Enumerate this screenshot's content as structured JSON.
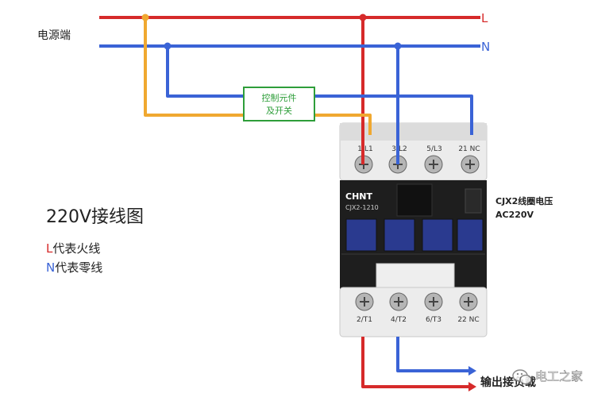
{
  "source_label": "电源端",
  "line_l": "L",
  "line_n": "N",
  "control_box": {
    "line1": "控制元件",
    "line2": "及开关"
  },
  "top_terminals": [
    "1/L1",
    "3/L2",
    "5/L3",
    "21 NC"
  ],
  "bottom_terminals": [
    "2/T1",
    "4/T2",
    "6/T3",
    "22 NC"
  ],
  "brand": "CHNT",
  "model": "CJX2-1210",
  "coil_label": {
    "line1": "CJX2线圈电压",
    "line2": "AC220V"
  },
  "diagram_title": "220V接线图",
  "legend": [
    {
      "key": "L",
      "text": "代表火线",
      "color": "#d62a2a"
    },
    {
      "key": "N",
      "text": "代表零线",
      "color": "#3a63d6"
    }
  ],
  "output_label": "输出接负载",
  "watermark": "电工之家",
  "colors": {
    "live": "#d62a2a",
    "neutral": "#3a63d6",
    "control": "#f0a830",
    "box_border": "#2e9e3a"
  }
}
